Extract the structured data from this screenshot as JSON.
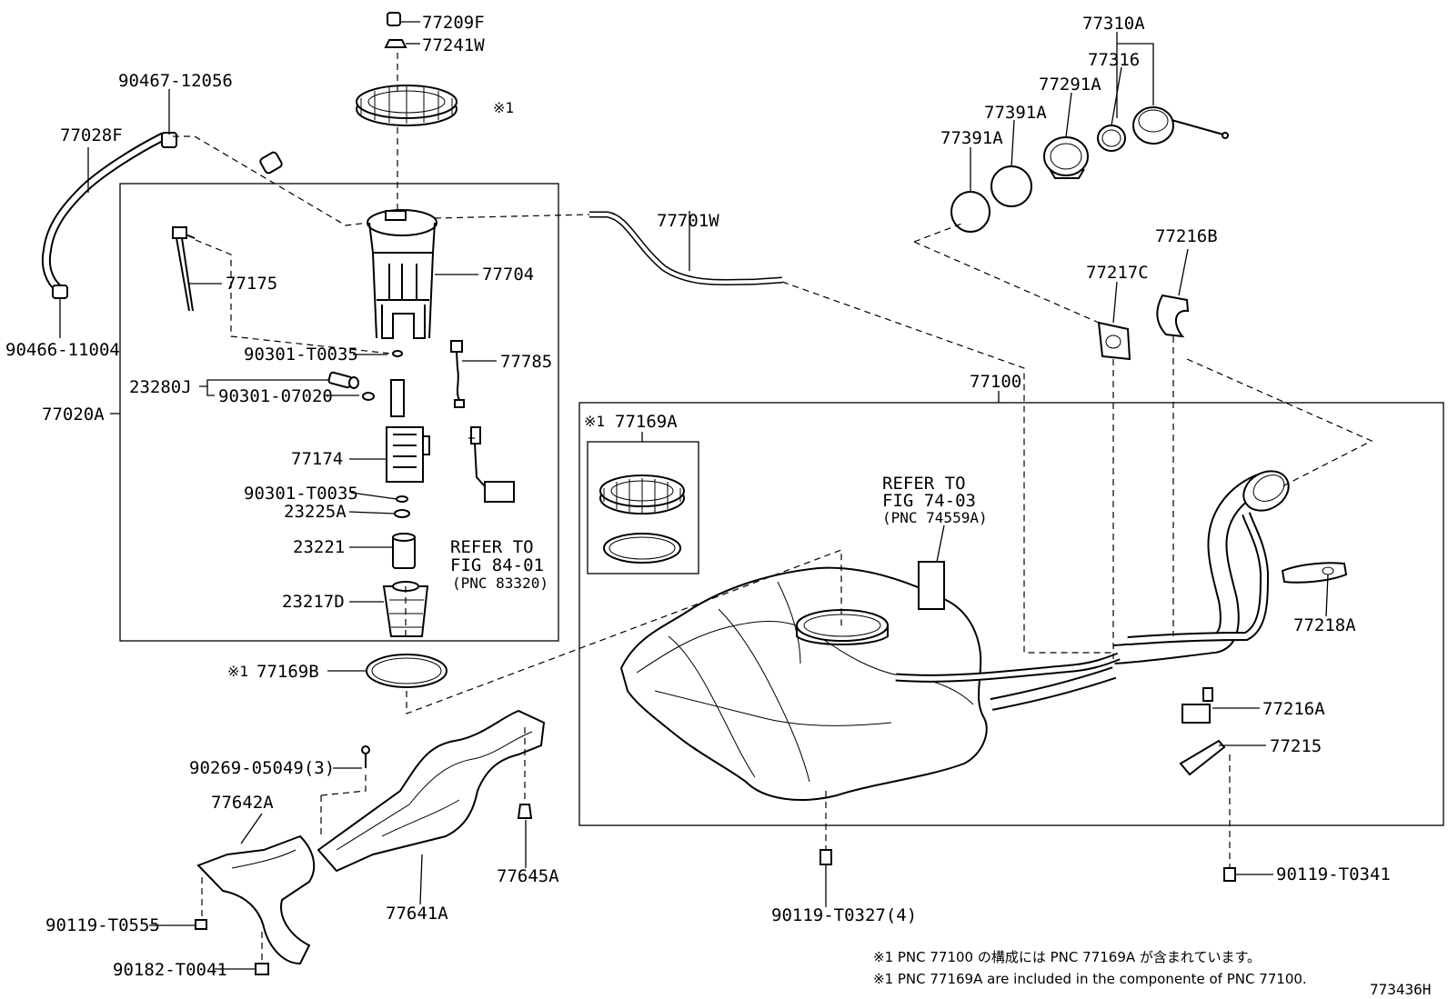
{
  "parts": {
    "p77209F": "77209F",
    "p77241W": "77241W",
    "p90467_12056": "90467-12056",
    "p77028F": "77028F",
    "p90466_11004": "90466-11004",
    "p77704": "77704",
    "p77175": "77175",
    "p90301_T0035_a": "90301-T0035",
    "p77785": "77785",
    "p23280J": "23280J",
    "p90301_07020": "90301-07020",
    "p77020A": "77020A",
    "p77174": "77174",
    "p90301_T0035_b": "90301-T0035",
    "p23225A": "23225A",
    "p23221": "23221",
    "p23217D": "23217D",
    "p77169B": "77169B",
    "p77701W": "77701W",
    "p77310A": "77310A",
    "p77316": "77316",
    "p77291A": "77291A",
    "p77391A_a": "77391A",
    "p77391A_b": "77391A",
    "p77216B": "77216B",
    "p77217C": "77217C",
    "p77100": "77100",
    "p77169A": "77169A",
    "p77218A": "77218A",
    "p77216A": "77216A",
    "p77215": "77215",
    "p90269_05049": "90269-05049(3)",
    "p77642A": "77642A",
    "p77645A": "77645A",
    "p77641A": "77641A",
    "p90119_T0555": "90119-T0555",
    "p90182_T0041": "90182-T0041",
    "p90119_T0327": "90119-T0327(4)",
    "p90119_T0341": "90119-T0341"
  },
  "marks": {
    "star1": "※1"
  },
  "refs": {
    "ref1_line1": "REFER TO",
    "ref1_line2": "FIG 84-01",
    "ref1_line3": "(PNC 83320)",
    "ref2_line1": "REFER TO",
    "ref2_line2": "FIG 74-03",
    "ref2_line3": "(PNC 74559A)"
  },
  "notes": {
    "note_jp": "※1 PNC 77100 の構成には PNC 77169A が含まれています。",
    "note_en": "※1 PNC 77169A are included in the componente of PNC 77100."
  },
  "figure_id": "773436H"
}
